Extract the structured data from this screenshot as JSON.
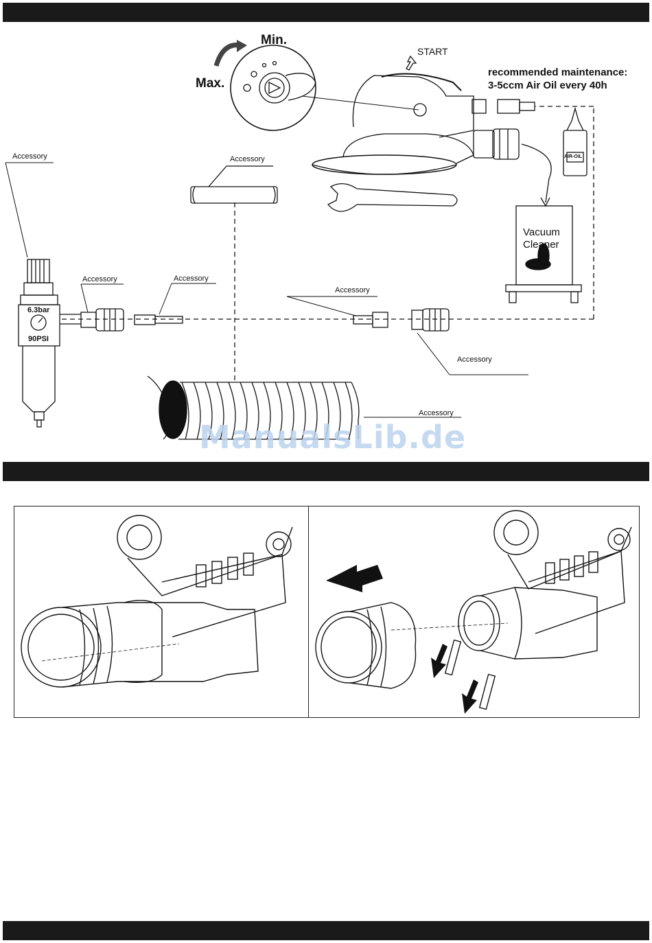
{
  "diagram": {
    "labels": {
      "min": "Min.",
      "max": "Max.",
      "start": "START",
      "maintenance_line1": "recommended maintenance:",
      "maintenance_line2": "3-5ccm Air Oil every 40h",
      "air_oil": "AIR-OIL",
      "vacuum_line1": "Vacuum",
      "vacuum_line2": "Cleaner",
      "pressure_bar": "6.3bar",
      "pressure_psi": "90PSI",
      "accessory": "Accessory"
    }
  },
  "watermark": "ManualsLib.de"
}
